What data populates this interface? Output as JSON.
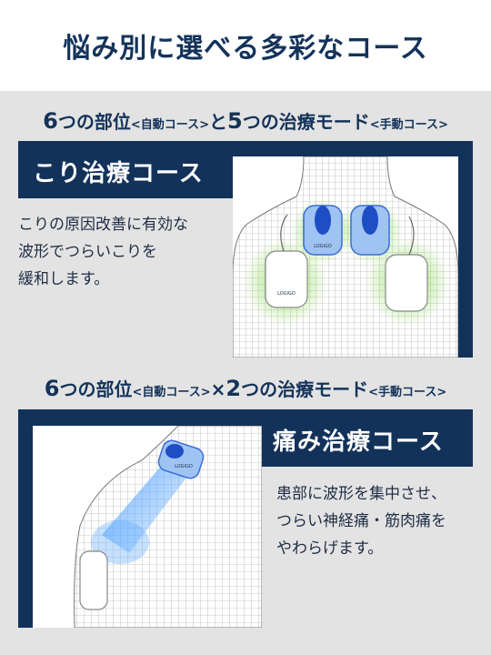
{
  "header": {
    "title": "悩み別に選べる多彩なコース"
  },
  "section1": {
    "subtitle": {
      "count": "6",
      "mid": "つの部位",
      "tag1": "<自動コース>",
      "and": "と",
      "count2": "5",
      "mid2": "つの治療モード",
      "tag2": "<手動コース>"
    },
    "bar_label": "こり治療コース",
    "description": [
      "こりの原因改善に有効な",
      "波形でつらいこりを",
      "緩和します。"
    ],
    "device_logo": "LOGIGO"
  },
  "section2": {
    "subtitle": {
      "count": "6",
      "mid": "つの部位",
      "tag1": "<自動コース>",
      "and": "×",
      "count2": "2",
      "mid2": "つの治療モード",
      "tag2": "<手動コース>"
    },
    "bar_label": "痛み治療コース",
    "description": [
      "患部に波形を集中させ、",
      "つらい神経痛・筋肉痛を",
      "やわらげます。"
    ],
    "device_logo": "LOGIGO"
  },
  "colors": {
    "navy": "#12325a",
    "gray_bg": "#e3e3e3",
    "pad_blue": "#3b6fd8",
    "glow_green": "#8fdc5a",
    "glow_blue": "#5aa8ff"
  }
}
